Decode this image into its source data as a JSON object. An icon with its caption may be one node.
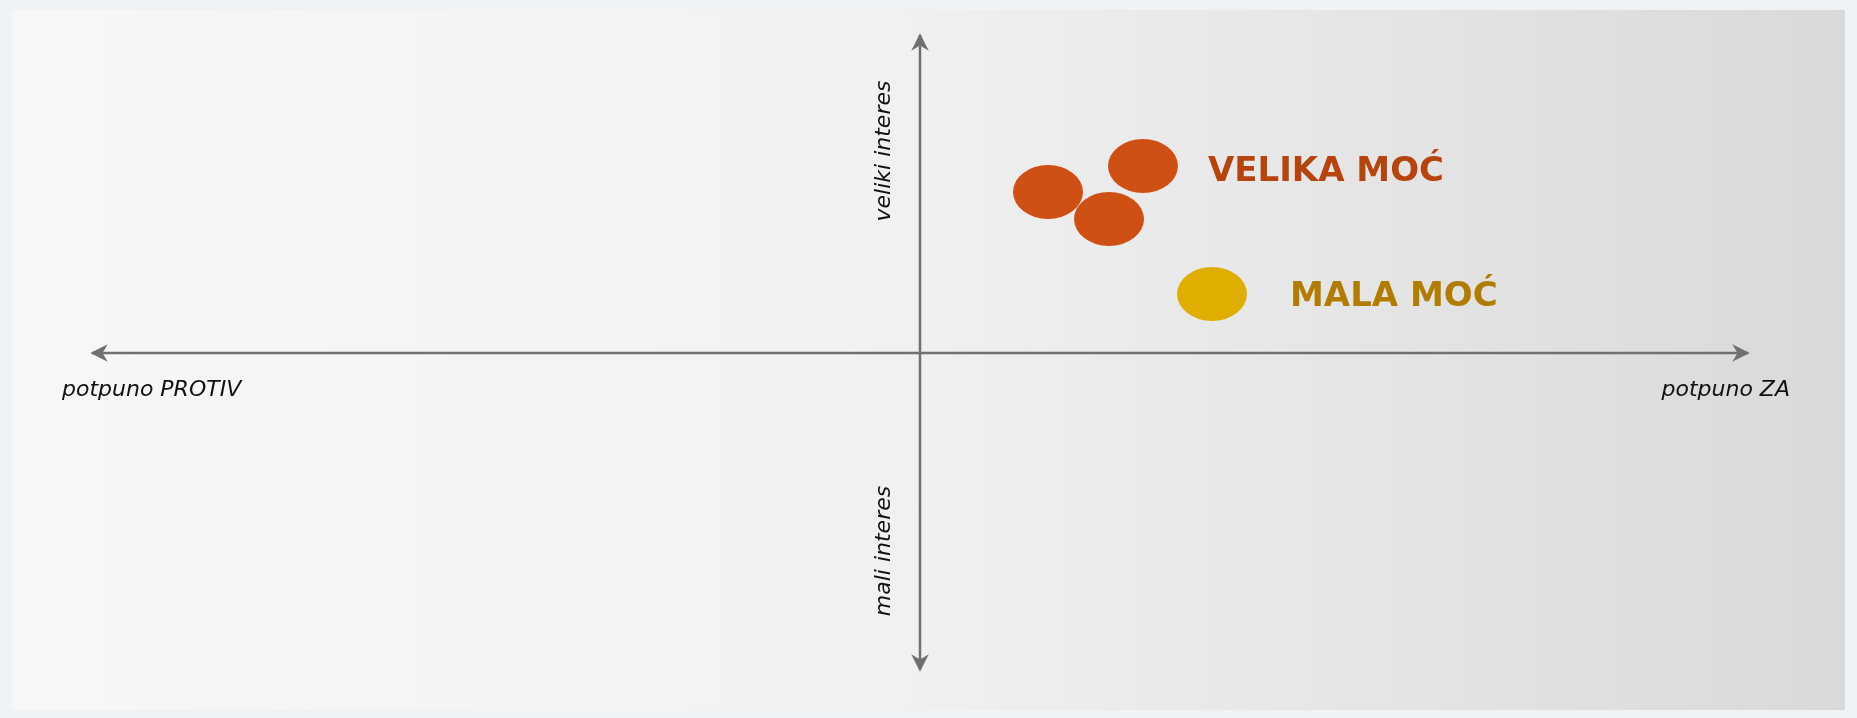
{
  "diagram": {
    "labels": [
      "veliki interes",
      "potpuno PROTIV",
      "potpuno ZA",
      "mali interes"
    ],
    "legend": [
      {
        "text": "VELIKA MOĆ",
        "color": "#cf5014"
      },
      {
        "text": "MALA MOĆ",
        "color": "#e0ae00"
      }
    ]
  }
}
